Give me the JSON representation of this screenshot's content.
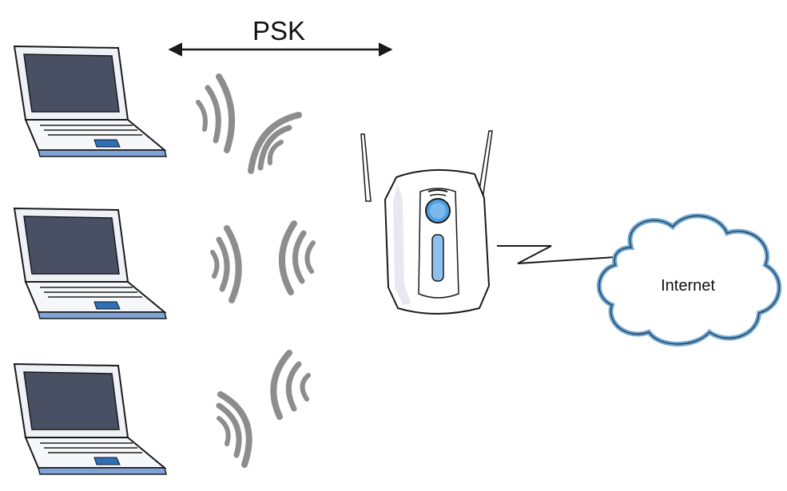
{
  "labels": {
    "psk": "PSK",
    "internet": "Internet"
  },
  "devices": {
    "laptops": [
      "laptop",
      "laptop",
      "laptop"
    ],
    "access_point": "wireless-access-point",
    "cloud": "internet-cloud"
  },
  "colors": {
    "line": "#1a1a1a",
    "laptop_screen": "#4a5063",
    "laptop_body": "#f2f4f8",
    "laptop_base_accent": "#7fa5d8",
    "trackpad": "#2f6fb5",
    "access_point_body": "#ffffff",
    "access_point_accent": "#8cc0ee",
    "access_point_button": "#4f9fe0",
    "signal_waves": "#8d8d8d",
    "cloud_fill": "#ffffff",
    "cloud_outline": "#6aa9dc",
    "background": "#ffffff"
  }
}
